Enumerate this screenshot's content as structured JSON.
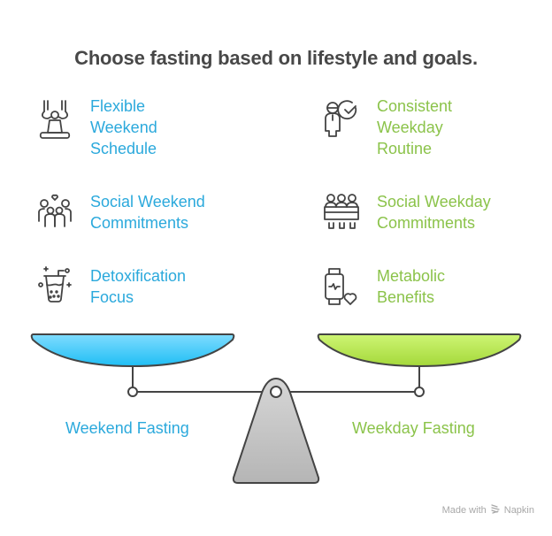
{
  "title": "Choose fasting based on lifestyle and goals.",
  "left": {
    "name": "Weekend Fasting",
    "color": "#2ba9dc",
    "pan_color": "#29c4f6",
    "items": [
      {
        "label": "Flexible\nWeekend\nSchedule",
        "icon": "swing-child-icon"
      },
      {
        "label": "Social Weekend\nCommitments",
        "icon": "family-heart-icon"
      },
      {
        "label": "Detoxification\nFocus",
        "icon": "detox-drink-icon"
      }
    ]
  },
  "right": {
    "name": "Weekday Fasting",
    "color": "#8bc34a",
    "pan_color": "#a9dd3f",
    "items": [
      {
        "label": "Consistent\nWeekday\nRoutine",
        "icon": "person-check-icon"
      },
      {
        "label": "Social Weekday\nCommitments",
        "icon": "meeting-table-icon"
      },
      {
        "label": "Metabolic\nBenefits",
        "icon": "smartwatch-heart-icon"
      }
    ]
  },
  "footer": {
    "made_with": "Made with",
    "brand": "Napkin"
  }
}
